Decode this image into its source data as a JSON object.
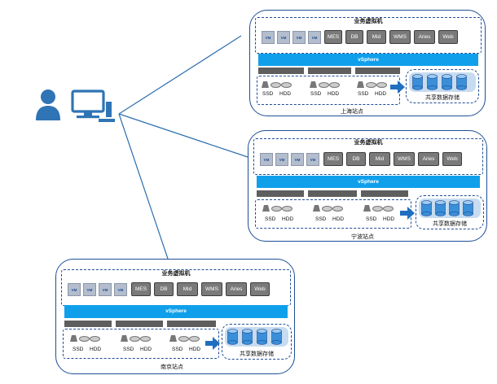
{
  "sites": [
    {
      "key": "shanghai",
      "name": "上海站点",
      "vm_title": "业务虚拟机",
      "vm_labels": [
        "VM",
        "VM",
        "VM",
        "VM"
      ],
      "apps": [
        "MES",
        "DB",
        "Mid",
        "WMS",
        "Aries",
        "Web"
      ],
      "hypervisor": "vSphere",
      "disk_labels": [
        [
          "SSD",
          "HDD"
        ],
        [
          "SSD",
          "HDD"
        ],
        [
          "SSD",
          "HDD"
        ]
      ],
      "shared_storage": "共享数据存储"
    },
    {
      "key": "ningbo",
      "name": "宁波站点",
      "vm_title": "业务虚拟机",
      "vm_labels": [
        "VM",
        "VM",
        "VM",
        "VM"
      ],
      "apps": [
        "MES",
        "DB",
        "Mid",
        "WMS",
        "Aries",
        "Web"
      ],
      "hypervisor": "vSphere",
      "disk_labels": [
        [
          "SSD",
          "HDD"
        ],
        [
          "SSD",
          "HDD"
        ],
        [
          "SSD",
          "HDD"
        ]
      ],
      "shared_storage": "共享数据存储"
    },
    {
      "key": "nanjing",
      "name": "南京站点",
      "vm_title": "业务虚拟机",
      "vm_labels": [
        "VM",
        "VM",
        "VM",
        "VM"
      ],
      "apps": [
        "MES",
        "DB",
        "Mid",
        "WMS",
        "Aries",
        "Web"
      ],
      "hypervisor": "vSphere",
      "disk_labels": [
        [
          "SSD",
          "HDD"
        ],
        [
          "SSD",
          "HDD"
        ],
        [
          "SSD",
          "HDD"
        ]
      ],
      "shared_storage": "共享数据存储"
    }
  ],
  "colors": {
    "accent": "#10a0eb",
    "border": "#1f4e96",
    "client_icon": "#2f74b5",
    "app_block": "#7a7a7a",
    "vm_block": "#b4bdcd",
    "host_bar": "#5e5e5e"
  },
  "icons": {
    "client": "user-with-computer-icon",
    "storage": "disk-array-icon"
  }
}
